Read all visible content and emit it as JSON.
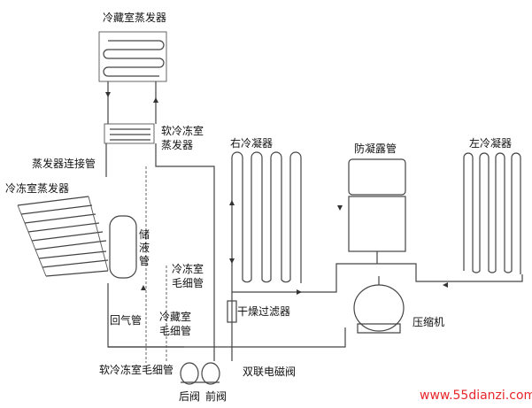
{
  "labels": {
    "fridge_evaporator": "冷藏室蒸发器",
    "soft_freeze_evaporator_l1": "软冷冻室",
    "soft_freeze_evaporator_l2": "蒸发器",
    "evaporator_connector": "蒸发器连接管",
    "freezer_evaporator": "冷冻室蒸发器",
    "accumulator": "储液管",
    "return_pipe": "回气管",
    "freezer_capillary_l1": "冷冻室",
    "freezer_capillary_l2": "毛细管",
    "fridge_capillary_l1": "冷藏室",
    "fridge_capillary_l2": "毛细管",
    "soft_freeze_capillary": "软冷冻室毛细管",
    "rear_valve": "后阀",
    "front_valve": "前阀",
    "dual_solenoid_valve": "双联电磁阀",
    "right_condenser": "右冷凝器",
    "anti_condensation_pipe": "防凝露管",
    "left_condenser": "左冷凝器",
    "dryer_filter": "干燥过滤器",
    "compressor": "压缩机"
  },
  "watermark": "www.55dianzi.com",
  "colors": {
    "line": "#444444",
    "watermark": "#e8262a"
  }
}
